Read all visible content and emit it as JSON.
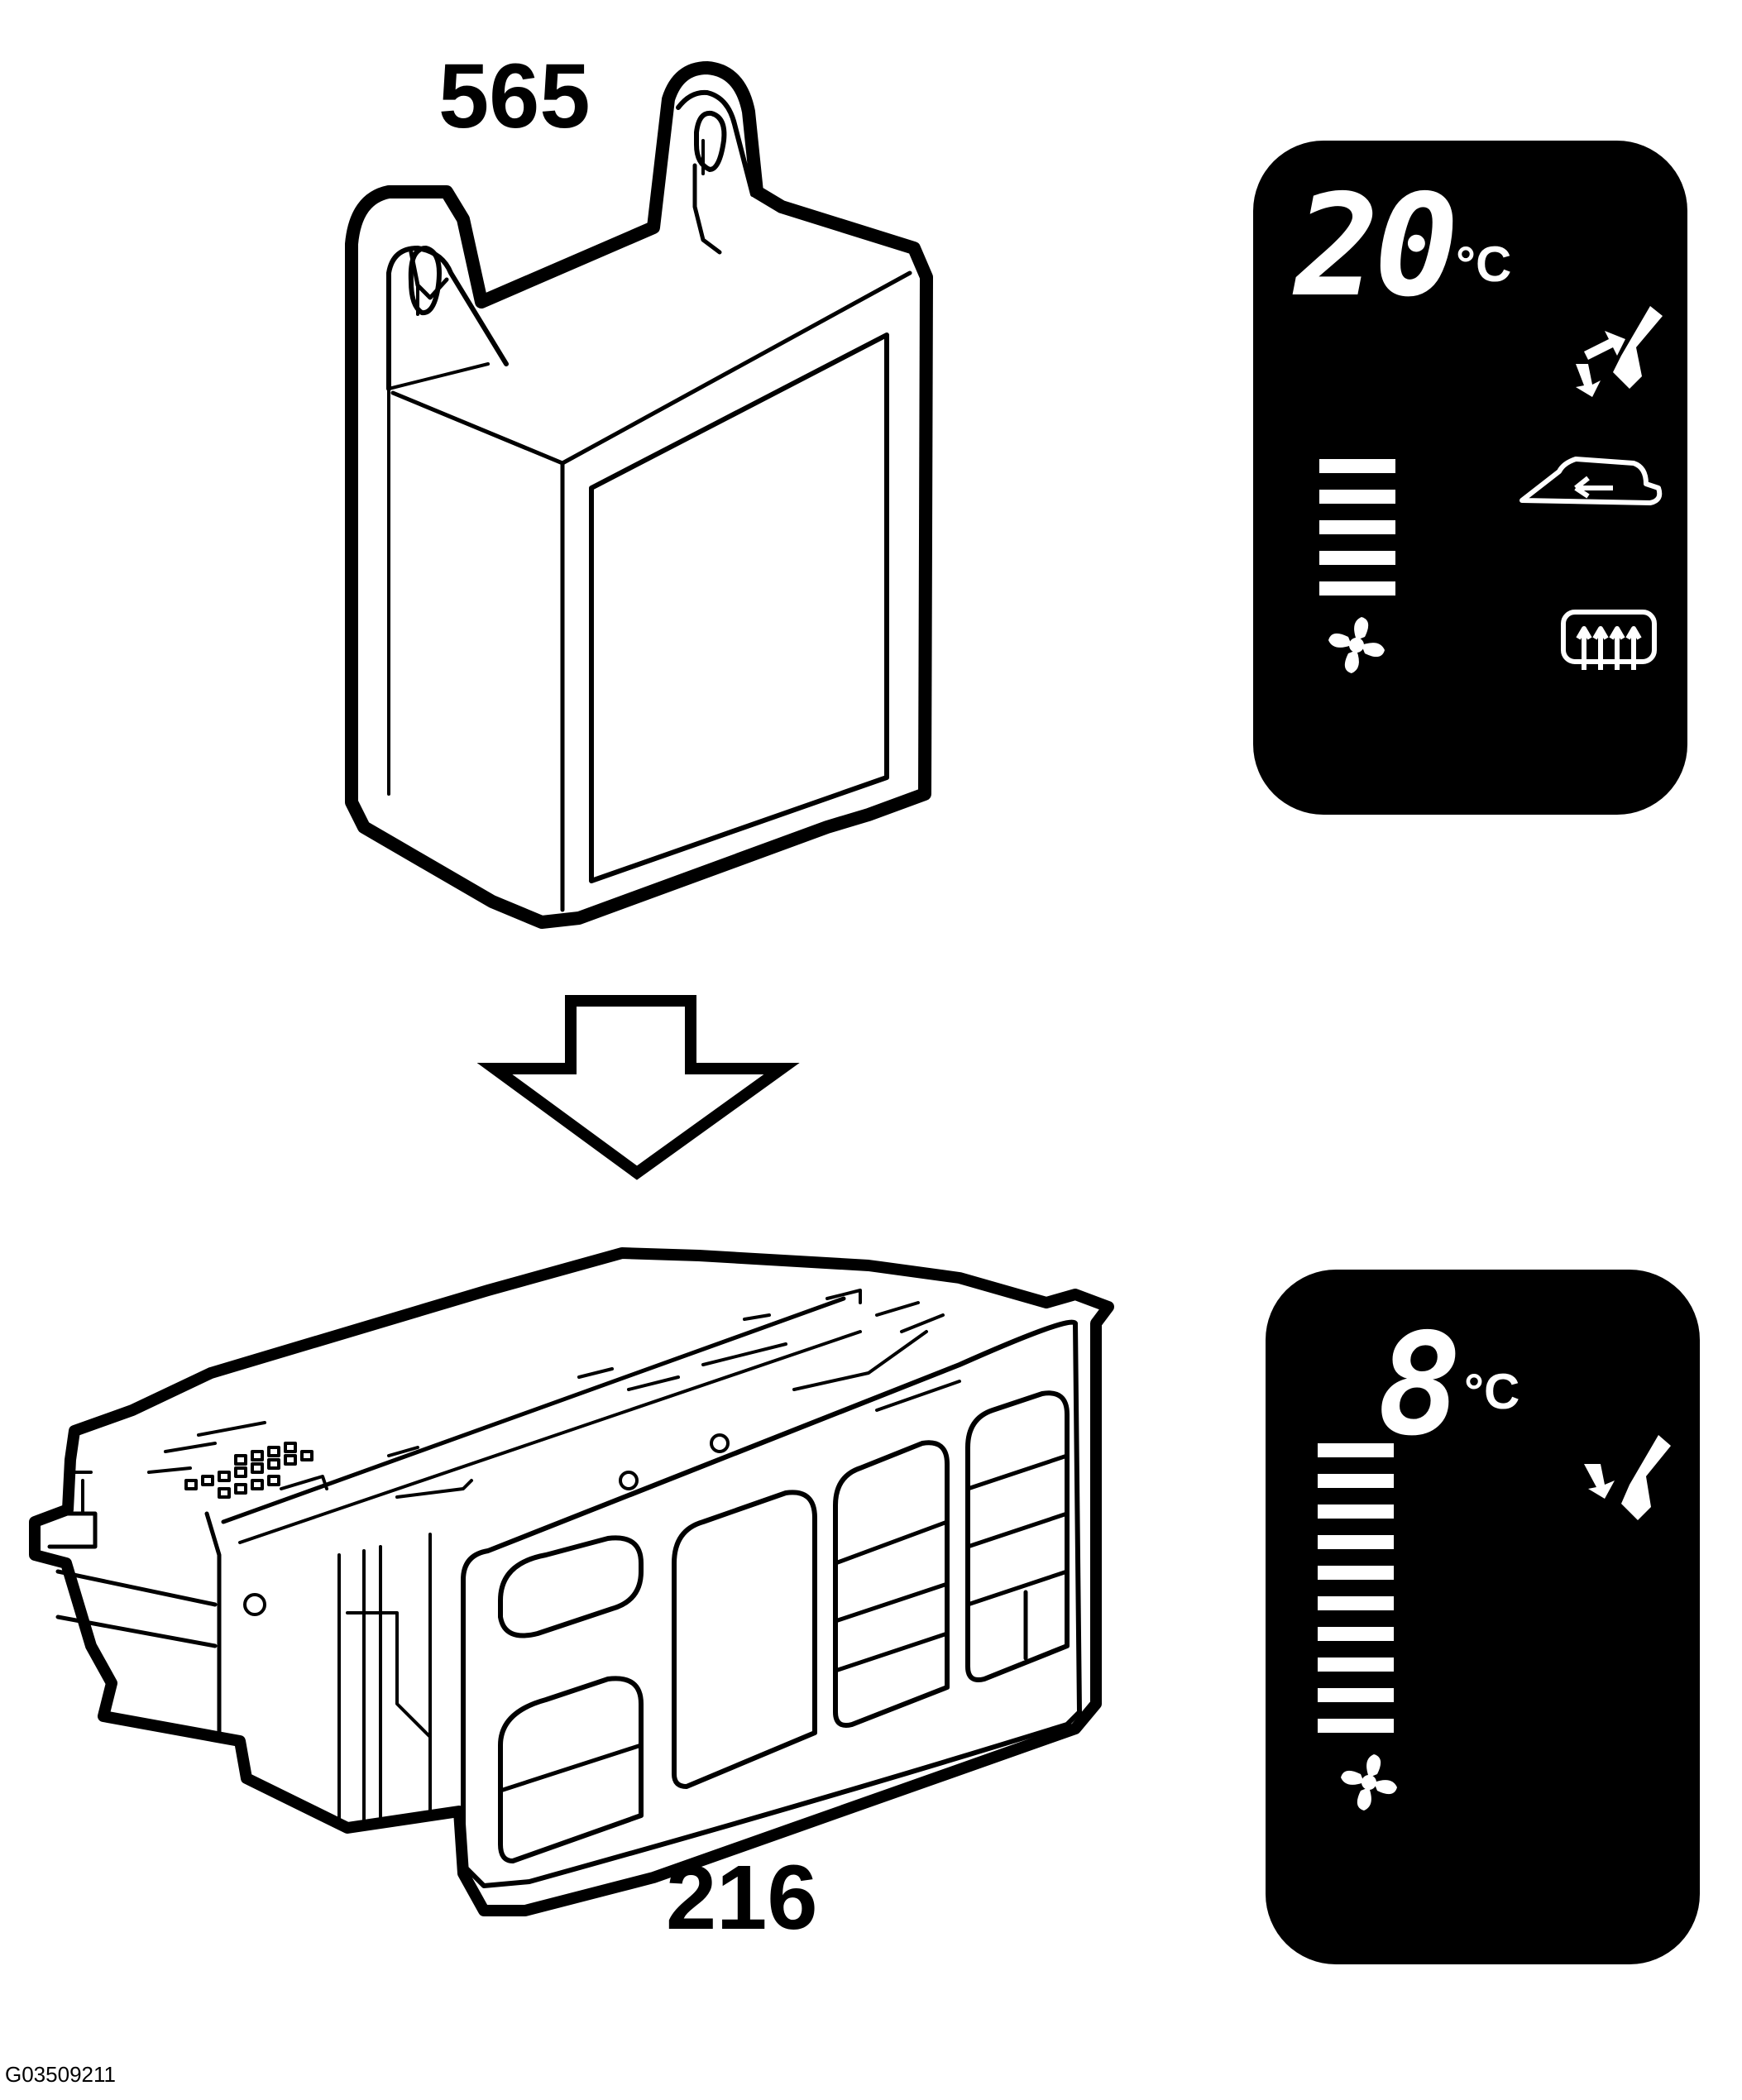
{
  "labels": {
    "upper_unit": "565",
    "lower_unit": "216",
    "figure_id": "G03509211"
  },
  "display_before": {
    "temperature": "20",
    "unit": "°C",
    "fan_bars": 5,
    "icons": [
      "air-distribution-icon",
      "recirculation-icon",
      "rear-defrost-icon",
      "fan-icon"
    ]
  },
  "display_after": {
    "temperature": "8",
    "unit": "°C",
    "fan_bars": 10,
    "icons": [
      "air-distribution-icon",
      "fan-icon"
    ]
  },
  "colors": {
    "line": "#000000",
    "display_bg": "#000000",
    "display_fg": "#ffffff",
    "paper": "#ffffff"
  }
}
